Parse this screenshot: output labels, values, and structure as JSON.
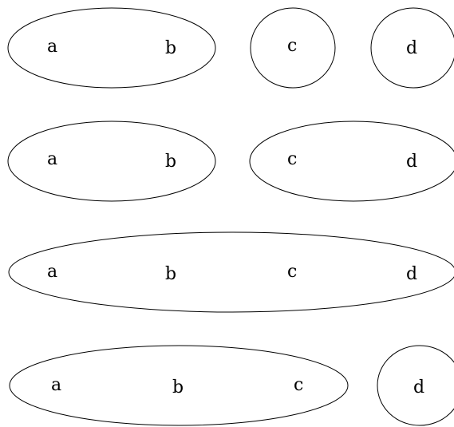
{
  "rows": [
    {
      "groups": [
        {
          "labels": [
            "a",
            "b"
          ]
        },
        {
          "labels": [
            "c"
          ]
        },
        {
          "labels": [
            "d"
          ]
        }
      ]
    },
    {
      "groups": [
        {
          "labels": [
            "a",
            "b"
          ]
        },
        {
          "labels": [
            "c",
            "d"
          ]
        }
      ]
    },
    {
      "groups": [
        {
          "labels": [
            "a",
            "b",
            "c",
            "d"
          ]
        }
      ]
    },
    {
      "groups": [
        {
          "labels": [
            "a",
            "b",
            "c"
          ]
        },
        {
          "labels": [
            "d"
          ]
        }
      ]
    }
  ],
  "colors": {
    "stroke": "#000000",
    "text": "#000000",
    "background": "#ffffff"
  }
}
